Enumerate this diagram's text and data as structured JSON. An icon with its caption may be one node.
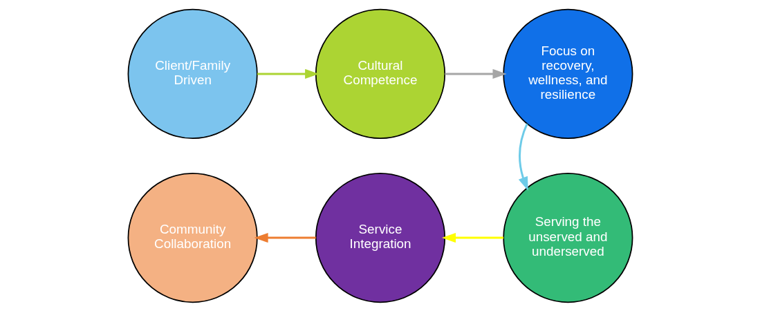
{
  "diagram": {
    "nodes": [
      {
        "text": [
          "Client/Family Driven"
        ]
      },
      {
        "text": [
          "Cultural Competence"
        ]
      },
      {
        "text": [
          "Focus on recovery, wellness, and resilience"
        ]
      },
      {
        "text": [
          "Serving the unserved and underserved"
        ]
      },
      {
        "text": [
          "Service Integration"
        ]
      },
      {
        "text": [
          "Community Collaboration"
        ]
      }
    ],
    "edges": [
      {
        "from": 0,
        "to": 1,
        "arrow": "to",
        "color": "#acd433"
      },
      {
        "from": 1,
        "to": 2,
        "arrow": "to",
        "color": "#a6a6a6"
      },
      {
        "from": 2,
        "to": 3,
        "arrow": "to",
        "color": "#6ecbe8"
      },
      {
        "from": 3,
        "to": 4,
        "arrow": "to",
        "color": "#ffff00"
      },
      {
        "from": 4,
        "to": 5,
        "arrow": "to",
        "color": "#ed7d31"
      }
    ]
  }
}
